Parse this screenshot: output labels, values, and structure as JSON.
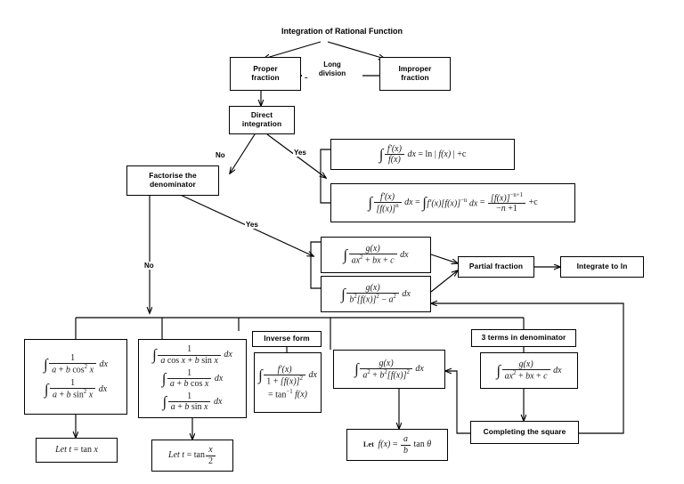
{
  "diagram": {
    "title": "Integration of Rational Function",
    "nodes": {
      "proper_fraction": "Proper\nfraction",
      "improper_fraction": "Improper\nfraction",
      "long_division": "Long\ndivision",
      "direct_integration": "Direct\nintegration",
      "factorise_denominator": "Factorise the\ndenominator",
      "partial_fraction": "Partial fraction",
      "integrate_to_ln": "Integrate to ln",
      "inverse_form": "Inverse form",
      "three_terms_denominator": "3 terms in denominator",
      "completing_the_square": "Completing the square"
    },
    "edge_labels": {
      "direct_no": "No",
      "direct_yes": "Yes",
      "factorise_yes": "Yes",
      "factorise_no": "No"
    },
    "formulas": {
      "log_form": "∫ f'(x)/f(x) dx = ln|f(x)| + c",
      "power_form": "∫ f'(x)/[f(x)]^n dx = ∫ f'(x)[f(x)]^-n dx = [f(x)]^(-n+1)/(-n+1) + c",
      "quadratic_denominator": "∫ g(x)/(ax^2 + bx + c) dx",
      "difference_squares": "∫ g(x)/(b^2[f(x)]^2 - a^2) dx",
      "cos2_form": "∫ 1/(a + b cos^2 x) dx",
      "sin2_form": "∫ 1/(a + b sin^2 x) dx",
      "acos_bsin_form": "∫ 1/(a cos x + b sin x) dx",
      "a_bcos_form": "∫ 1/(a + b cos x) dx",
      "a_bsin_form": "∫ 1/(a + b sin x) dx",
      "arctan_form": "∫ f'(x)/(1 + [f(x)]^2) dx = tan^-1 f(x)",
      "sum_squares": "∫ g(x)/(a^2 + b^2[f(x)]^2) dx",
      "three_terms_formula": "∫ g(x)/(ax^2 + bx + c) dx",
      "sub_tan_x": "Let t = tan x",
      "sub_tan_half": "Let t = tan x/2",
      "sub_f_tan_theta": "Let f(x) = (a/b) tan θ"
    }
  }
}
